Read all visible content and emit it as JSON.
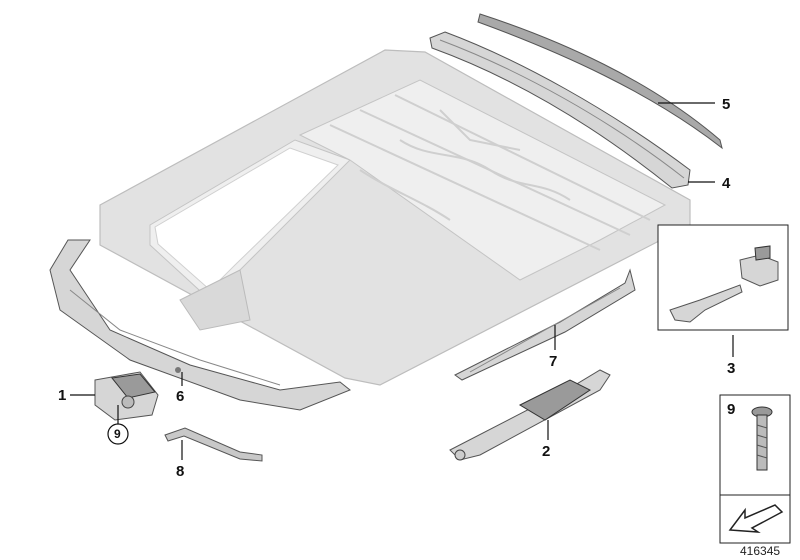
{
  "callouts": [
    {
      "id": "c1",
      "label": "1"
    },
    {
      "id": "c2",
      "label": "2"
    },
    {
      "id": "c3",
      "label": "3"
    },
    {
      "id": "c4",
      "label": "4"
    },
    {
      "id": "c5",
      "label": "5"
    },
    {
      "id": "c6",
      "label": "6"
    },
    {
      "id": "c7",
      "label": "7"
    },
    {
      "id": "c8",
      "label": "8"
    },
    {
      "id": "c9",
      "label": "9"
    }
  ],
  "circled_ref": "9",
  "screw_box_label": "9",
  "diagram_number": "416345",
  "colors": {
    "frame": "#e2e2e2",
    "line": "#111111",
    "part": "#d6d6d6"
  }
}
